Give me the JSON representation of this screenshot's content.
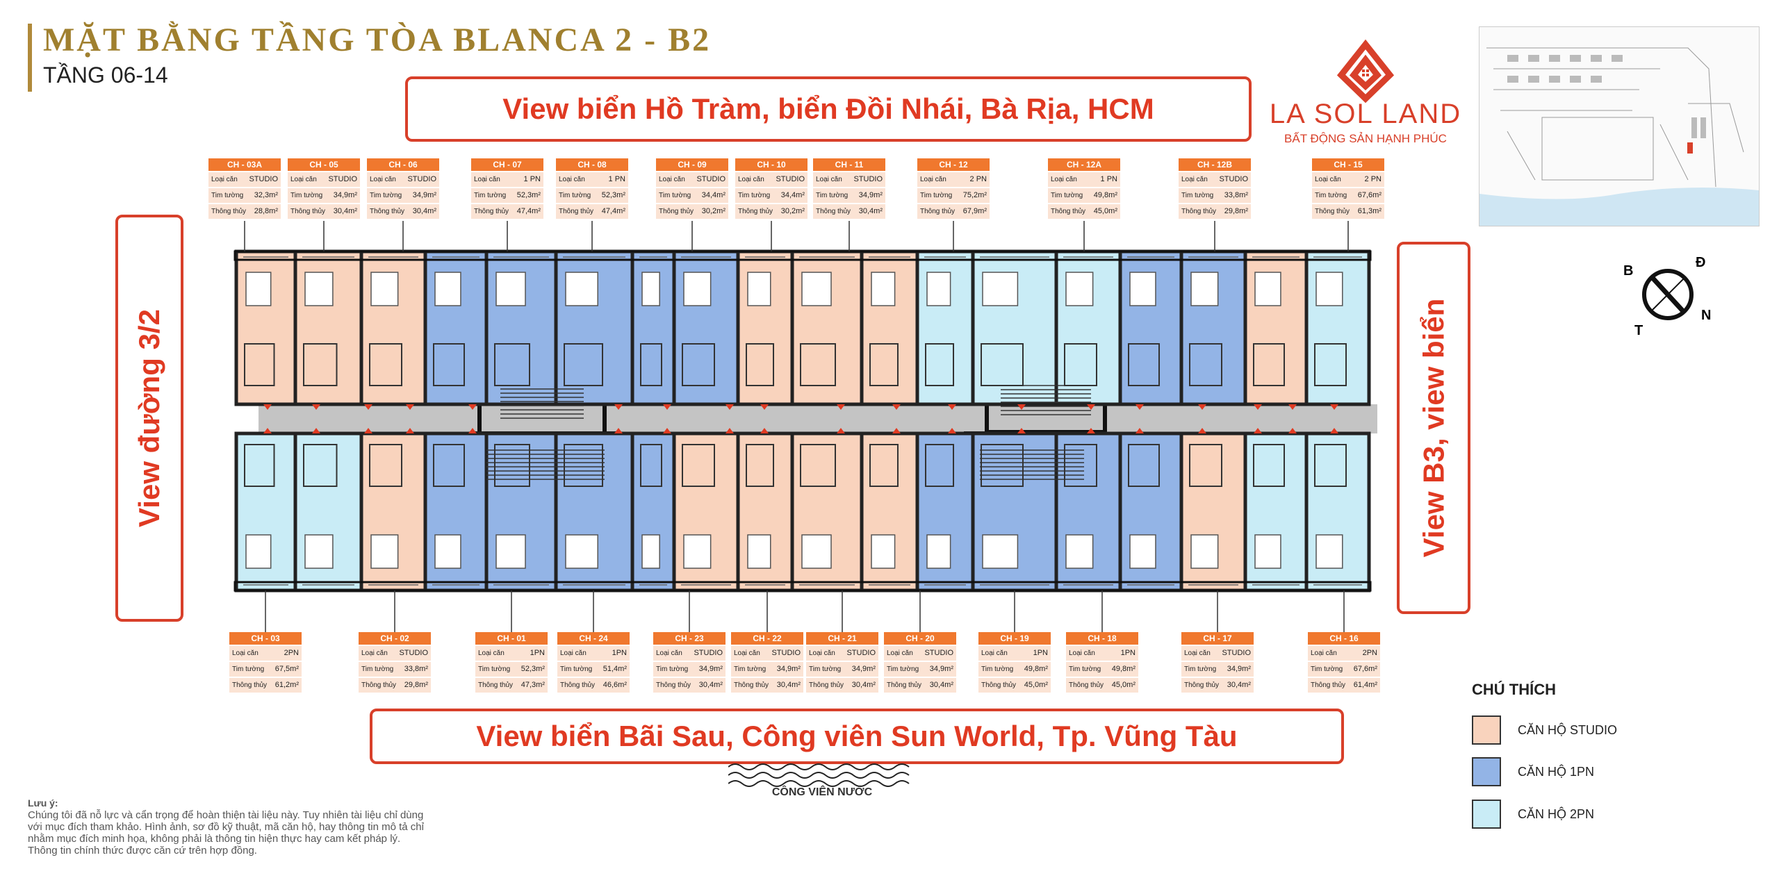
{
  "header": {
    "title": "MẶT BẰNG TẦNG TÒA BLANCA 2 - B2",
    "subtitle": "TẦNG 06-14"
  },
  "views": {
    "top": "View biển Hồ Tràm, biển Đồi Nhái, Bà Rịa, HCM",
    "bottom": "View biển Bãi Sau, Công viên Sun World, Tp. Vũng Tàu",
    "left": "View đường 3/2",
    "right": "View B3, view biển"
  },
  "logo": {
    "name": "LA SOL LAND",
    "tagline": "BẤT ĐỘNG SẢN HẠNH PHÚC",
    "color": "#d8402a"
  },
  "compass": {
    "b": "B",
    "d": "Đ",
    "n": "N",
    "t": "T"
  },
  "row_labels": {
    "type": "Loại căn",
    "wall": "Tim tường",
    "clear": "Thông thủy"
  },
  "units_top": [
    {
      "id": "CH - 03A",
      "type": "STUDIO",
      "wall": "32,3m²",
      "clear": "28,8m²",
      "cat": "studio"
    },
    {
      "id": "CH - 05",
      "type": "STUDIO",
      "wall": "34,9m²",
      "clear": "30,4m²",
      "cat": "studio"
    },
    {
      "id": "CH - 06",
      "type": "STUDIO",
      "wall": "34,9m²",
      "clear": "30,4m²",
      "cat": "studio"
    },
    {
      "id": "CH - 07",
      "type": "1 PN",
      "wall": "52,3m²",
      "clear": "47,4m²",
      "cat": "1pn"
    },
    {
      "id": "CH - 08",
      "type": "1 PN",
      "wall": "52,3m²",
      "clear": "47,4m²",
      "cat": "1pn"
    },
    {
      "id": "CH - 09",
      "type": "STUDIO",
      "wall": "34,4m²",
      "clear": "30,2m²",
      "cat": "studio"
    },
    {
      "id": "CH - 10",
      "type": "STUDIO",
      "wall": "34,4m²",
      "clear": "30,2m²",
      "cat": "studio"
    },
    {
      "id": "CH - 11",
      "type": "STUDIO",
      "wall": "34,9m²",
      "clear": "30,4m²",
      "cat": "studio"
    },
    {
      "id": "CH - 12",
      "type": "2 PN",
      "wall": "75,2m²",
      "clear": "67,9m²",
      "cat": "2pn"
    },
    {
      "id": "CH - 12A",
      "type": "1 PN",
      "wall": "49,8m²",
      "clear": "45,0m²",
      "cat": "1pn"
    },
    {
      "id": "CH - 12B",
      "type": "STUDIO",
      "wall": "33,8m²",
      "clear": "29,8m²",
      "cat": "studio"
    },
    {
      "id": "CH - 15",
      "type": "2 PN",
      "wall": "67,6m²",
      "clear": "61,3m²",
      "cat": "2pn"
    }
  ],
  "units_bottom": [
    {
      "id": "CH - 03",
      "type": "2PN",
      "wall": "67,5m²",
      "clear": "61,2m²",
      "cat": "2pn"
    },
    {
      "id": "CH - 02",
      "type": "STUDIO",
      "wall": "33,8m²",
      "clear": "29,8m²",
      "cat": "studio"
    },
    {
      "id": "CH - 01",
      "type": "1PN",
      "wall": "52,3m²",
      "clear": "47,3m²",
      "cat": "1pn"
    },
    {
      "id": "CH - 24",
      "type": "1PN",
      "wall": "51,4m²",
      "clear": "46,6m²",
      "cat": "1pn"
    },
    {
      "id": "CH - 23",
      "type": "STUDIO",
      "wall": "34,9m²",
      "clear": "30,4m²",
      "cat": "studio"
    },
    {
      "id": "CH - 22",
      "type": "STUDIO",
      "wall": "34,9m²",
      "clear": "30,4m²",
      "cat": "studio"
    },
    {
      "id": "CH - 21",
      "type": "STUDIO",
      "wall": "34,9m²",
      "clear": "30,4m²",
      "cat": "studio"
    },
    {
      "id": "CH - 20",
      "type": "STUDIO",
      "wall": "34,9m²",
      "clear": "30,4m²",
      "cat": "studio"
    },
    {
      "id": "CH - 19",
      "type": "1PN",
      "wall": "49,8m²",
      "clear": "45,0m²",
      "cat": "1pn"
    },
    {
      "id": "CH - 18",
      "type": "1PN",
      "wall": "49,8m²",
      "clear": "45,0m²",
      "cat": "1pn"
    },
    {
      "id": "CH - 17",
      "type": "STUDIO",
      "wall": "34,9m²",
      "clear": "30,4m²",
      "cat": "studio"
    },
    {
      "id": "CH - 16",
      "type": "2PN",
      "wall": "67,6m²",
      "clear": "61,4m²",
      "cat": "2pn"
    }
  ],
  "colors": {
    "studio": "#f9d3bd",
    "1pn": "#93b4e6",
    "2pn": "#c9ecf6",
    "corridor": "#c4c4c4",
    "accent": "#f0782e"
  },
  "legend": {
    "title": "CHÚ THÍCH",
    "items": [
      {
        "label": "CĂN HỘ STUDIO",
        "cat": "studio"
      },
      {
        "label": "CĂN HỘ 1PN",
        "cat": "1pn"
      },
      {
        "label": "CĂN HỘ 2PN",
        "cat": "2pn"
      }
    ]
  },
  "park_label": "CÔNG VIÊN NƯỚC",
  "note": {
    "title": "Lưu ý:",
    "lines": [
      "Chúng tôi đã nỗ lực và cẩn trọng để hoàn thiện tài liệu này. Tuy nhiên tài liệu chỉ dùng",
      "với mục đích tham khảo. Hình ảnh, sơ đồ kỹ thuật, mã căn hộ, hay thông tin mô tả chỉ",
      "nhằm mục đích minh họa, không phải là thông tin hiện thực hay cam kết pháp lý.",
      "Thông tin chính thức được căn cứ trên hợp đồng."
    ]
  }
}
